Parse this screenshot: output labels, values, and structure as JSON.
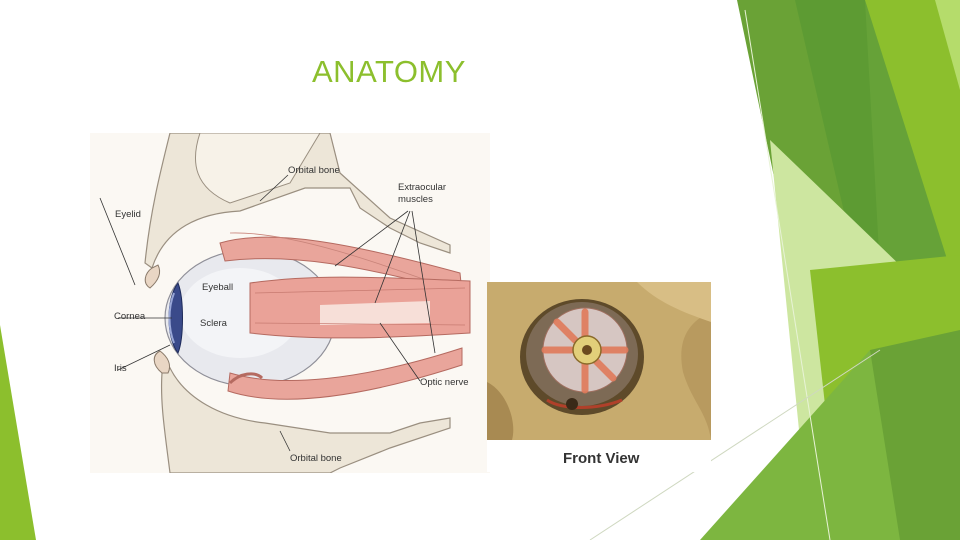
{
  "slide": {
    "title": "ANATOMY",
    "accent_color": "#8cbf2d",
    "side_view_labels": {
      "orbital_bone_top": "Orbital bone",
      "extraocular_muscles_line1": "Extraocular",
      "extraocular_muscles_line2": "muscles",
      "eyelid": "Eyelid",
      "eyeball": "Eyeball",
      "cornea": "Cornea",
      "sclera": "Sclera",
      "iris": "Iris",
      "optic_nerve": "Optic nerve",
      "orbital_bone_bottom": "Orbital bone"
    },
    "front_view_caption": "Front View"
  }
}
